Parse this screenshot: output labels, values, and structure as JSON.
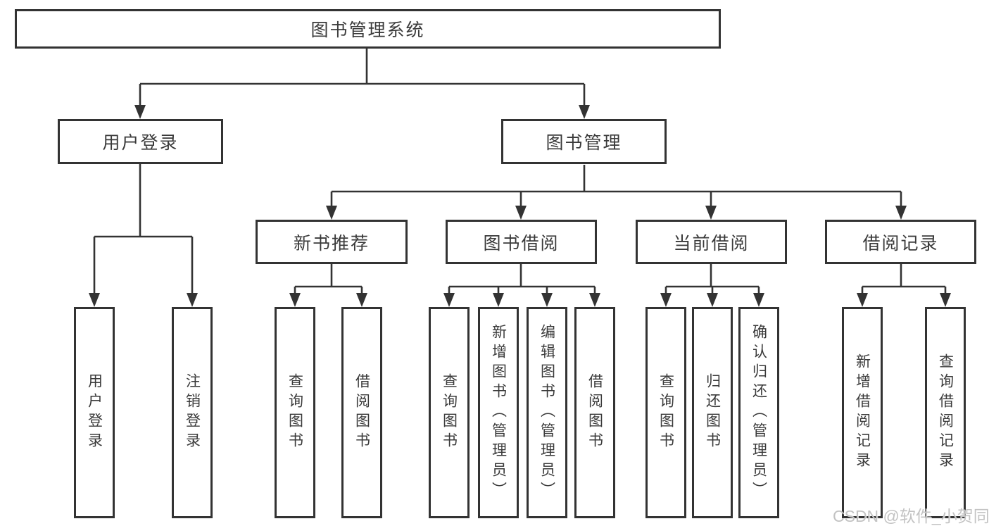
{
  "diagram": {
    "root": {
      "id": "library-management-system",
      "label": "图书管理系统"
    },
    "level2": [
      {
        "id": "user-login",
        "label": "用户登录"
      },
      {
        "id": "book-management",
        "label": "图书管理"
      }
    ],
    "level3": [
      {
        "id": "new-book-recommend",
        "label": "新书推荐",
        "parent": "book-management"
      },
      {
        "id": "book-borrowing",
        "label": "图书借阅",
        "parent": "book-management"
      },
      {
        "id": "current-borrowing",
        "label": "当前借阅",
        "parent": "book-management"
      },
      {
        "id": "borrowing-records",
        "label": "借阅记录",
        "parent": "book-management"
      }
    ],
    "leaves": [
      {
        "id": "user-login-leaf",
        "label": "用户登录",
        "parent": "user-login"
      },
      {
        "id": "logout",
        "label": "注销登录",
        "parent": "user-login"
      },
      {
        "id": "query-books-recommend",
        "label": "查询图书",
        "parent": "new-book-recommend"
      },
      {
        "id": "borrow-books-recommend",
        "label": "借阅图书",
        "parent": "new-book-recommend"
      },
      {
        "id": "query-books-borrowing",
        "label": "查询图书",
        "parent": "book-borrowing"
      },
      {
        "id": "add-books-admin",
        "label": "新增图书（管理员）",
        "parent": "book-borrowing"
      },
      {
        "id": "edit-books-admin",
        "label": "编辑图书（管理员）",
        "parent": "book-borrowing"
      },
      {
        "id": "borrow-books-borrowing",
        "label": "借阅图书",
        "parent": "book-borrowing"
      },
      {
        "id": "query-books-current",
        "label": "查询图书",
        "parent": "current-borrowing"
      },
      {
        "id": "return-books",
        "label": "归还图书",
        "parent": "current-borrowing"
      },
      {
        "id": "confirm-return-admin",
        "label": "确认归还（管理员）",
        "parent": "current-borrowing"
      },
      {
        "id": "add-borrow-record",
        "label": "新增借阅记录",
        "parent": "borrowing-records"
      },
      {
        "id": "query-borrow-record",
        "label": "查询借阅记录",
        "parent": "borrowing-records"
      }
    ],
    "edges": [
      [
        "图书管理系统",
        "用户登录"
      ],
      [
        "图书管理系统",
        "图书管理"
      ],
      [
        "用户登录",
        "用户登录"
      ],
      [
        "用户登录",
        "注销登录"
      ],
      [
        "图书管理",
        "新书推荐"
      ],
      [
        "图书管理",
        "图书借阅"
      ],
      [
        "图书管理",
        "当前借阅"
      ],
      [
        "图书管理",
        "借阅记录"
      ],
      [
        "新书推荐",
        "查询图书"
      ],
      [
        "新书推荐",
        "借阅图书"
      ],
      [
        "图书借阅",
        "查询图书"
      ],
      [
        "图书借阅",
        "新增图书（管理员）"
      ],
      [
        "图书借阅",
        "编辑图书（管理员）"
      ],
      [
        "图书借阅",
        "借阅图书"
      ],
      [
        "当前借阅",
        "查询图书"
      ],
      [
        "当前借阅",
        "归还图书"
      ],
      [
        "当前借阅",
        "确认归还（管理员）"
      ],
      [
        "借阅记录",
        "新增借阅记录"
      ],
      [
        "借阅记录",
        "查询借阅记录"
      ]
    ]
  },
  "watermark": {
    "text": "CSDN @软件_小贺同学"
  },
  "colors": {
    "line": "#333333",
    "text": "#3a3a3a",
    "watermark": "#c3c3c3",
    "background": "#ffffff"
  }
}
